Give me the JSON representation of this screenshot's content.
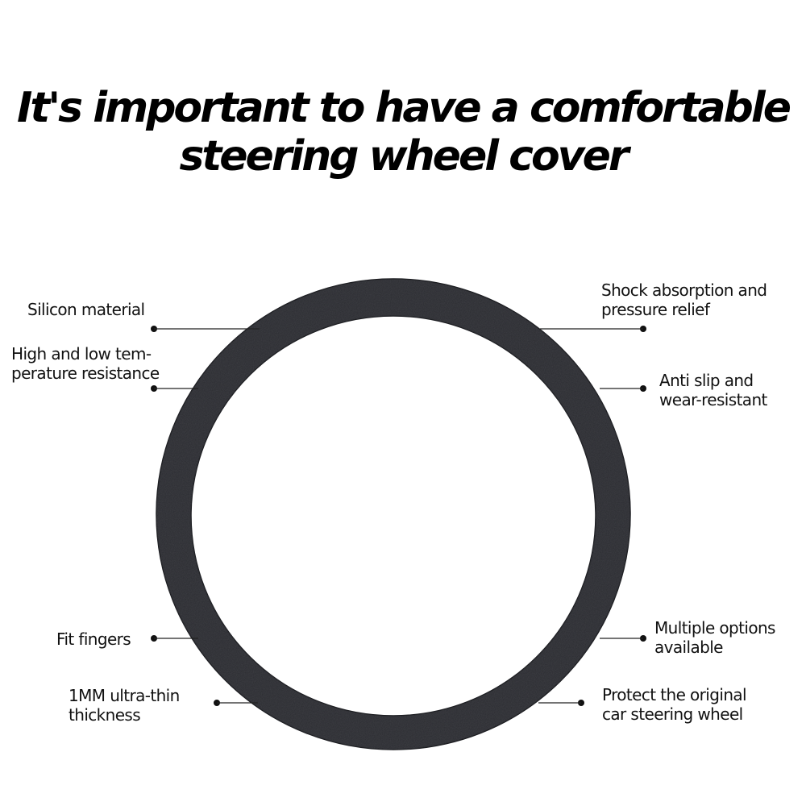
{
  "title": {
    "line1": "It's important to have a comfortable",
    "line2": "steering wheel cover"
  },
  "colors": {
    "background": "#ffffff",
    "ring": "#2a2b30",
    "ring_edge": "#1a1b1f",
    "text": "#111111",
    "callout_line": "#222222"
  },
  "features_left": [
    {
      "lines": [
        "Silicon material"
      ]
    },
    {
      "lines": [
        "High and low tem-",
        "perature resistance"
      ]
    },
    {
      "lines": [
        "Fit fingers"
      ]
    },
    {
      "lines": [
        "1MM ultra-thin",
        "thickness"
      ]
    }
  ],
  "features_right": [
    {
      "lines": [
        "Shock absorption and",
        "pressure relief"
      ]
    },
    {
      "lines": [
        "Anti slip and",
        "wear-resistant"
      ]
    },
    {
      "lines": [
        "Multiple options",
        "available"
      ]
    },
    {
      "lines": [
        "Protect the original",
        "car steering wheel"
      ]
    }
  ]
}
